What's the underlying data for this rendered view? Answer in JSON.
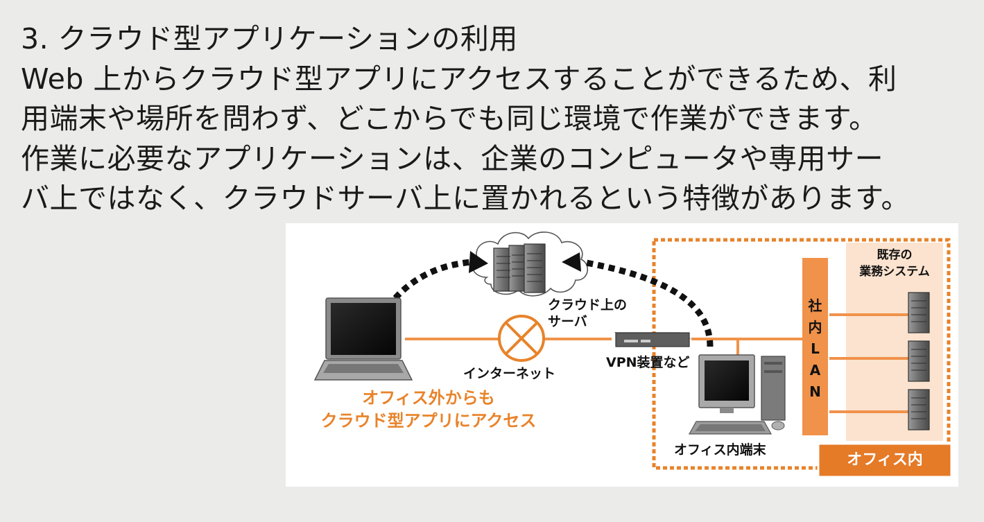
{
  "text": {
    "line1": "3. クラウド型アプリケーションの利用",
    "line2": "Web 上からクラウド型アプリにアクセスすることができるため、利",
    "line3": "用端末や場所を問わず、どこからでも同じ環境で作業ができます。",
    "line4": "作業に必要なアプリケーションは、企業のコンピュータや専用サー",
    "line5": "バ上ではなく、クラウドサーバ上に置かれるという特徴があります。"
  },
  "diagram": {
    "cloud_server_label_1": "クラウド上の",
    "cloud_server_label_2": "サーバ",
    "internet_label": "インターネット",
    "vpn_label": "VPN装置など",
    "outside_label_1": "オフィス外からも",
    "outside_label_2": "クラウド型アプリにアクセス",
    "lan_chars": [
      "社",
      "内",
      "L",
      "A",
      "N"
    ],
    "existing_systems_1": "既存の",
    "existing_systems_2": "業務システム",
    "office_terminal_label": "オフィス内端末",
    "office_label": "オフィス内"
  },
  "colors": {
    "background": "#ebecea",
    "accent_orange": "#e8832a",
    "lan_bar": "#f0924a",
    "systems_panel": "#fbe3cf",
    "office_label_bg": "#e57a27"
  }
}
